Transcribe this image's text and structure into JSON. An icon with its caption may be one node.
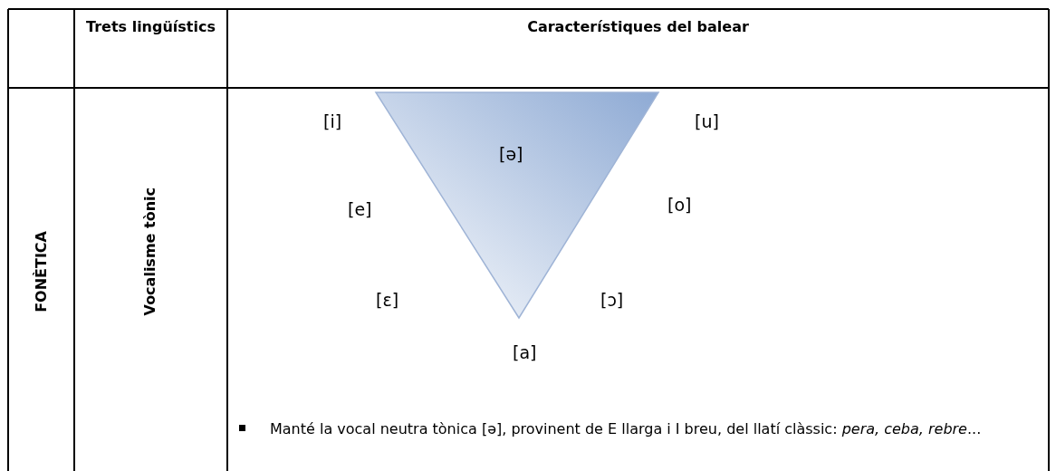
{
  "diagram": {
    "nodes": [
      {
        "text": [
          "[ə]"
        ]
      }
    ],
    "edges": [],
    "labels": [
      "Trets lingüístics",
      "Característiques del balear",
      "FONÈTICA",
      "Vocalisme tònic",
      "[i]",
      "[u]",
      "[e]",
      "[o]",
      "[ɛ]",
      "[ɔ]",
      "[a]",
      "Manté la vocal neutra tònica [ə], provinent de E llarga i I breu, del llatí clàssic: *pera, ceba, rebre*..."
    ]
  }
}
